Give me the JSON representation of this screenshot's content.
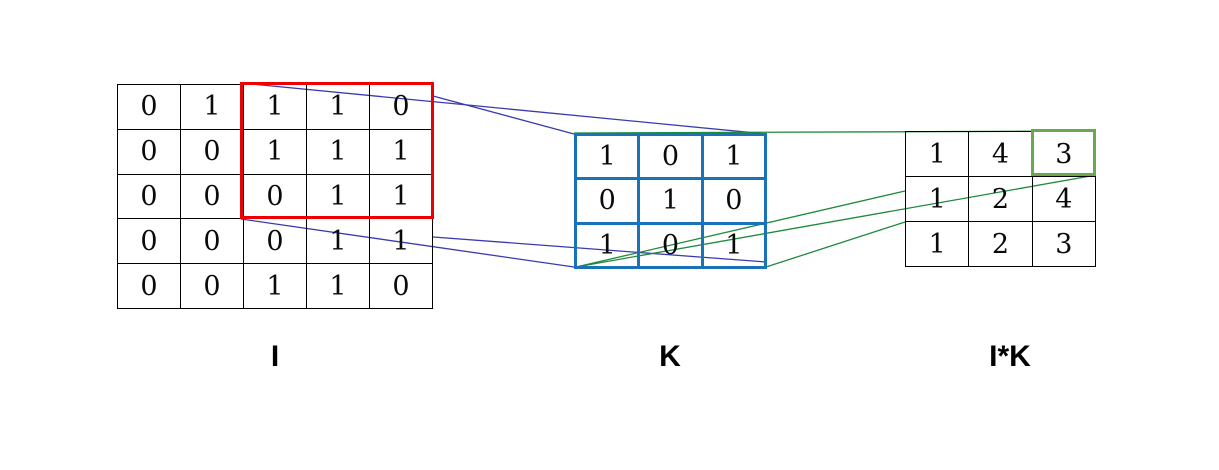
{
  "diagram": {
    "title": "2D convolution of input I with kernel K",
    "colors": {
      "input_border": "#000000",
      "kernel_border": "#1a72b8",
      "output_border": "#000000",
      "receptive_field_highlight": "#ee0000",
      "output_cell_highlight": "#6aa84f",
      "connector_input_to_kernel": "#3a3ab0",
      "connector_kernel_to_output": "#1e8a3c"
    },
    "input": {
      "label": "I",
      "rows": 5,
      "cols": 5,
      "values": [
        [
          0,
          1,
          1,
          1,
          0
        ],
        [
          0,
          0,
          1,
          1,
          1
        ],
        [
          0,
          0,
          0,
          1,
          1
        ],
        [
          0,
          0,
          0,
          1,
          1
        ],
        [
          0,
          0,
          1,
          1,
          0
        ]
      ],
      "highlight": {
        "name": "receptive-field",
        "row_start": 1,
        "row_end": 3,
        "col_start": 3,
        "col_end": 5
      }
    },
    "kernel": {
      "label": "K",
      "rows": 3,
      "cols": 3,
      "values": [
        [
          1,
          0,
          1
        ],
        [
          0,
          1,
          0
        ],
        [
          1,
          0,
          1
        ]
      ]
    },
    "output": {
      "label": "I*K",
      "rows": 3,
      "cols": 3,
      "values": [
        [
          1,
          4,
          3
        ],
        [
          1,
          2,
          4
        ],
        [
          1,
          2,
          3
        ]
      ],
      "highlight": {
        "name": "output-cell",
        "row": 1,
        "col": 3,
        "value": 3
      }
    }
  }
}
